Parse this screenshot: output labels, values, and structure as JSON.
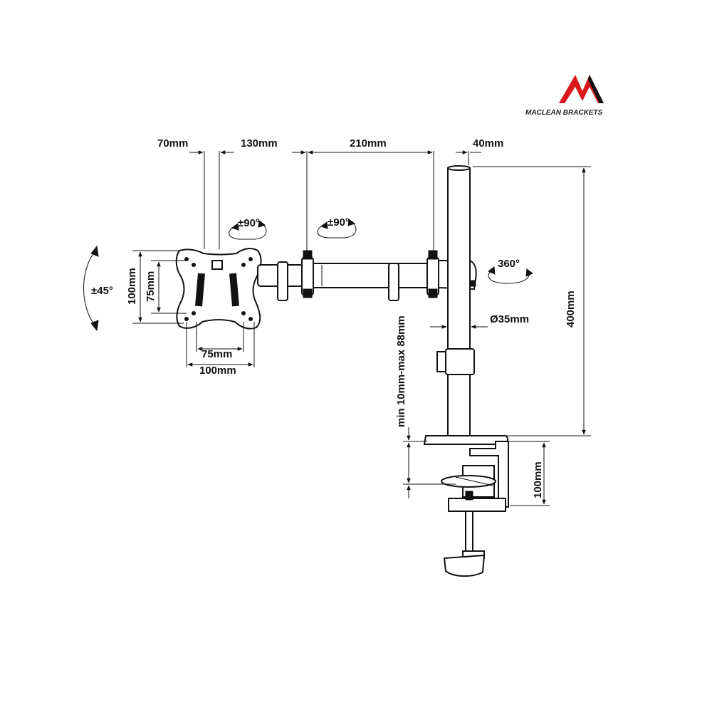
{
  "brand": {
    "name": "MACLEAN BRACKETS",
    "logo_colors": {
      "red": "#d7191c",
      "dark": "#111111"
    }
  },
  "dimensions": {
    "top": [
      "70mm",
      "130mm",
      "210mm",
      "40mm"
    ],
    "height_total": "400mm",
    "pole_diameter": "Ø35mm",
    "desk_thickness": "min 10mm-max 88mm",
    "clamp_height": "100mm",
    "vesa_h_inner": "75mm",
    "vesa_h_outer": "100mm",
    "vesa_v_inner": "75mm",
    "vesa_v_outer": "100mm"
  },
  "rotations": {
    "tilt": "±45°",
    "swivel_head": "±90°",
    "swivel_arm": "±90°",
    "pole": "360°"
  }
}
